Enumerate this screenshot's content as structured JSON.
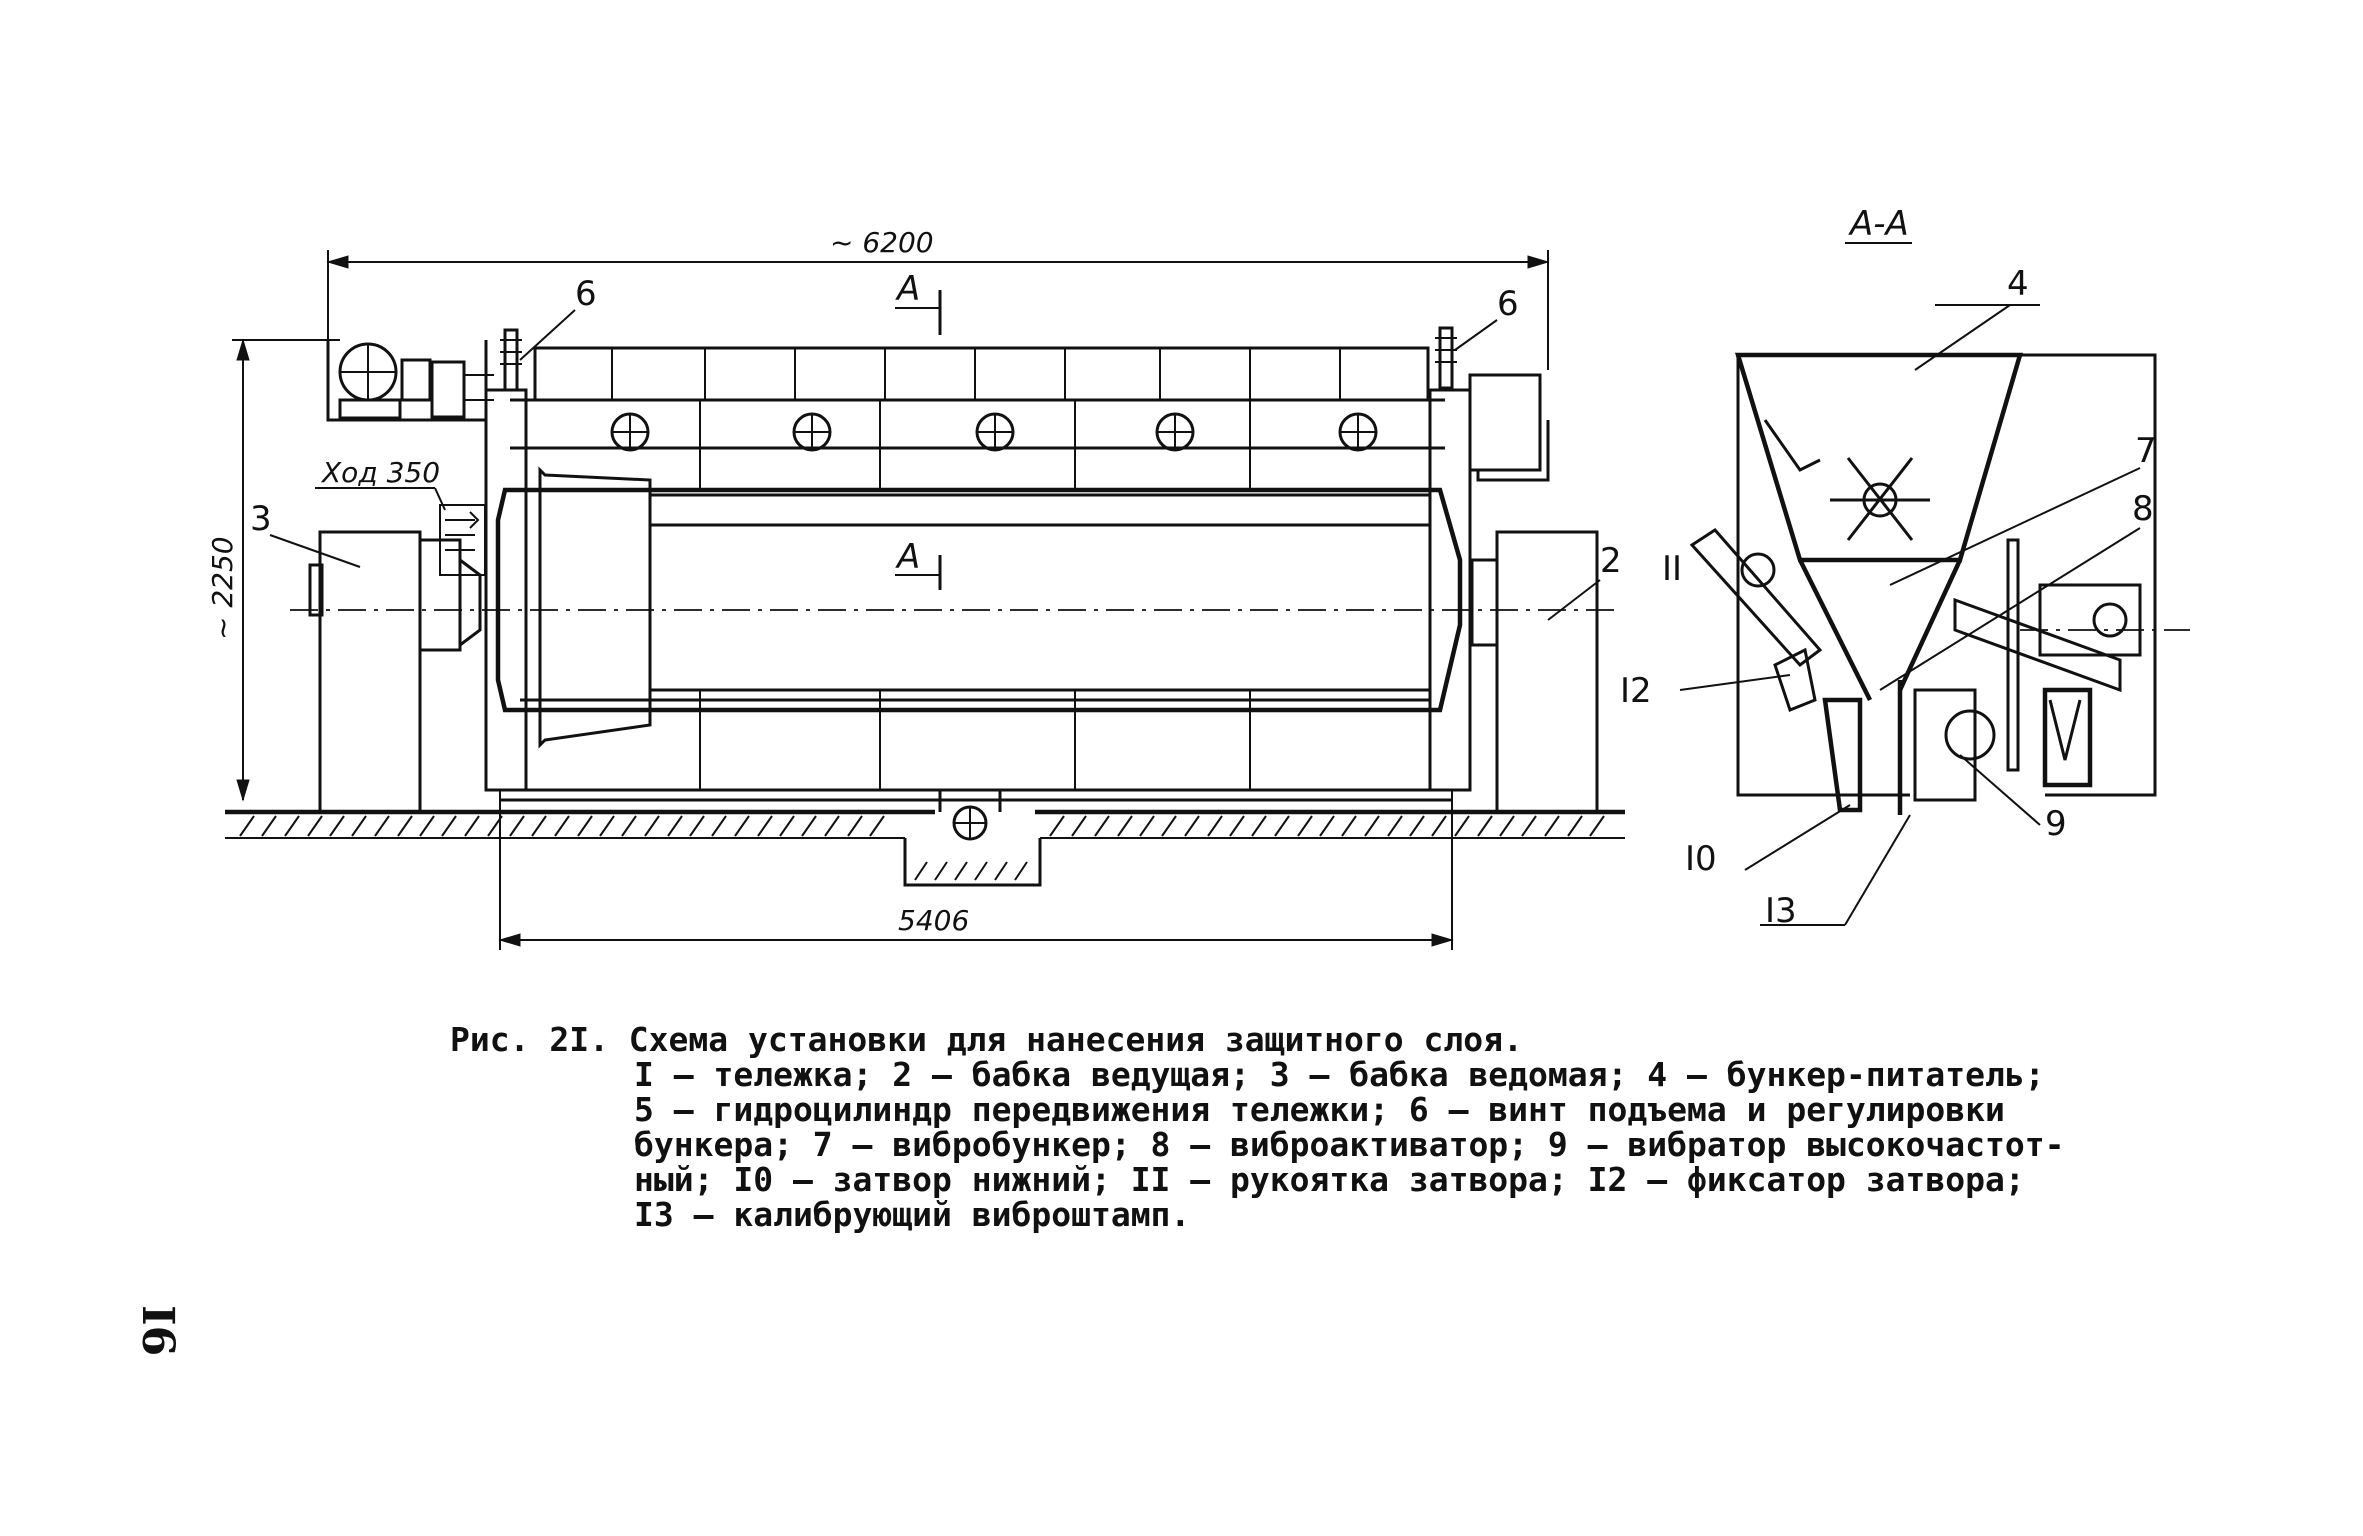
{
  "figure": {
    "caption_title": "Рис. 2I. Схема установки для нанесения защитного слоя.",
    "legend": "I – тележка; 2 – бабка ведущая; 3 – бабка ведомая; 4 – бункер-питатель;\n5 – гидроцилиндр передвижения тележки; 6 – винт подъема и регулировки\nбункера; 7 – вибробункер; 8 – виброактиватор; 9 – вибратор высокочастот-\nный; I0 – затвор нижний; II – рукоятка затвора; I2 – фиксатор затвора;\nI3 – калибрующий виброштамп.",
    "page_number": "I6"
  },
  "main_view": {
    "dim_overall_length": "~ 6200",
    "dim_height": "~ 2250",
    "dim_base_length": "5406",
    "stroke_label": "Ход 350",
    "section_mark_top": "А",
    "section_mark_mid": "А",
    "label_6_left": "6",
    "label_6_right": "6",
    "label_3": "3",
    "label_2": "2"
  },
  "section_view": {
    "title": "А-А",
    "label_4": "4",
    "label_7": "7",
    "label_8": "8",
    "label_11": "II",
    "label_12": "I2",
    "label_9": "9",
    "label_10": "I0",
    "label_13": "I3"
  },
  "colors": {
    "ink": "#111111",
    "paper": "#ffffff"
  }
}
